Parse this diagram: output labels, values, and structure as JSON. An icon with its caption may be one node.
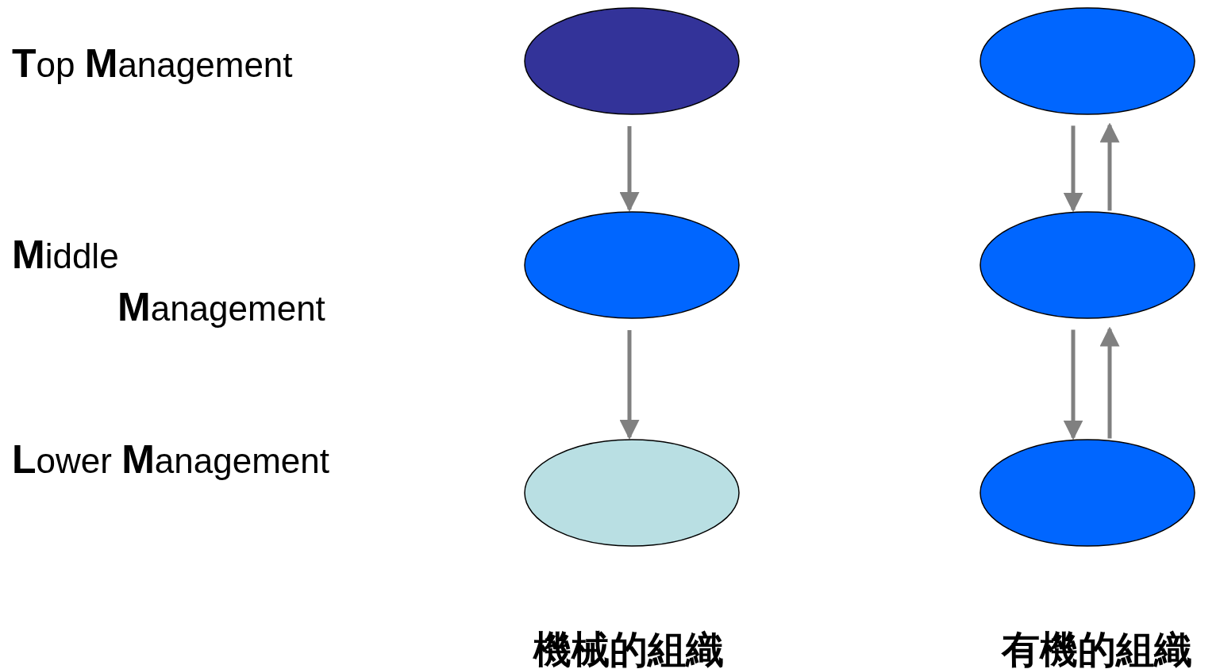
{
  "diagram": {
    "nodes": [
      {
        "text": [],
        "shape": "ellipse"
      },
      {
        "text": [],
        "shape": "ellipse"
      },
      {
        "text": [],
        "shape": "ellipse"
      },
      {
        "text": [],
        "shape": "ellipse"
      },
      {
        "text": [],
        "shape": "ellipse"
      },
      {
        "text": [],
        "shape": "ellipse"
      }
    ],
    "edges": [
      {
        "from": 0,
        "to": 1,
        "arrow": "to"
      },
      {
        "from": 1,
        "to": 2,
        "arrow": "to"
      },
      {
        "from": 3,
        "to": 4,
        "arrow": "to"
      },
      {
        "from": 4,
        "to": 3,
        "arrow": "to"
      },
      {
        "from": 4,
        "to": 5,
        "arrow": "to"
      },
      {
        "from": 5,
        "to": 4,
        "arrow": "to"
      }
    ],
    "labels": [
      "**T**op **M**anagement",
      "**M**iddle **M**anagement",
      "**L**ower **M**anagement",
      "機械的組織",
      "有機的組織"
    ]
  }
}
